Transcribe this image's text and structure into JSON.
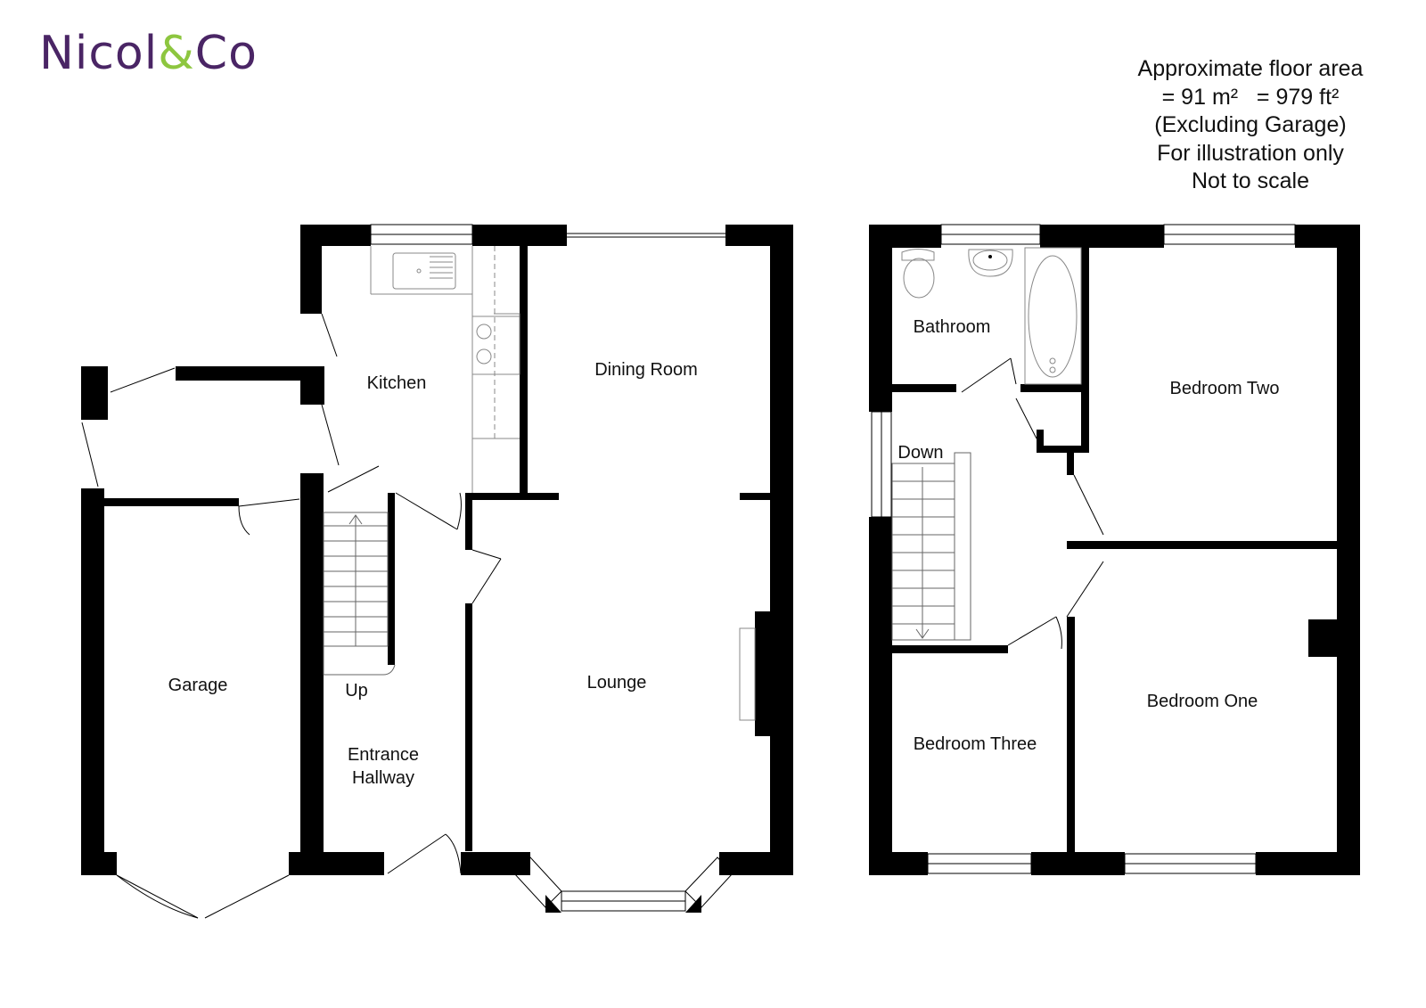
{
  "brand": {
    "name_part1": "Nicol",
    "ampersand": "&",
    "name_part2": "Co",
    "primary_color": "#4a2565",
    "accent_color": "#8dc63f"
  },
  "area_note": {
    "lines": [
      "Approximate floor area",
      "= 91 m²   = 979 ft²",
      "(Excluding Garage)",
      "For illustration only",
      "Not to scale"
    ]
  },
  "rooms": {
    "garage": "Garage",
    "kitchen": "Kitchen",
    "dining_room": "Dining Room",
    "lounge": "Lounge",
    "entrance_line1": "Entrance",
    "entrance_line2": "Hallway",
    "bathroom": "Bathroom",
    "bedroom_two": "Bedroom Two",
    "bedroom_one": "Bedroom One",
    "bedroom_three": "Bedroom Three"
  },
  "stairs": {
    "up_label": "Up",
    "down_label": "Down"
  },
  "colors": {
    "wall": "#000000",
    "fixture": "#888888"
  }
}
